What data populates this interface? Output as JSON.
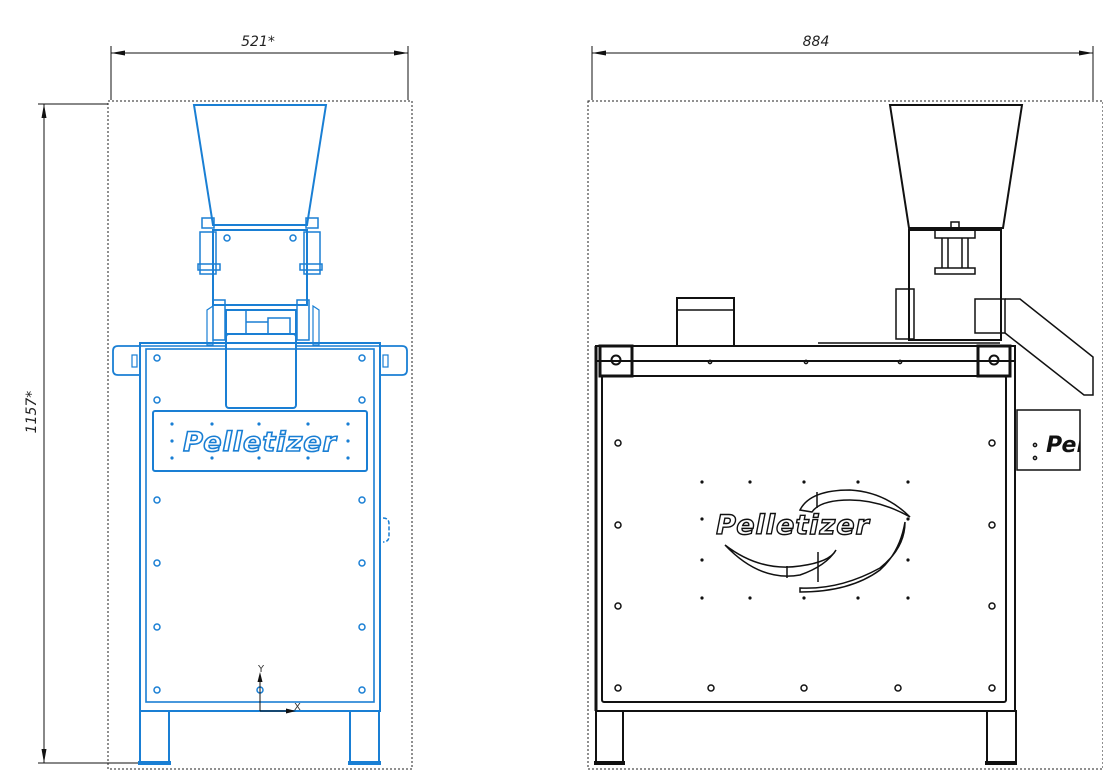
{
  "drawing": {
    "colors": {
      "front_view_stroke": "#1a7fd4",
      "side_view_stroke": "#111111",
      "dimension_stroke": "#111111",
      "background": "#ffffff"
    },
    "front_view": {
      "label": "front-view",
      "width_dimension": "521*",
      "height_dimension": "1157*",
      "nameplate_text": "Pelletizer",
      "axis_x_label": "X",
      "axis_y_label": "Y"
    },
    "side_view": {
      "label": "side-view",
      "width_dimension": "884",
      "logo_text": "Pelletizer",
      "side_plate_text": "Pel"
    }
  }
}
